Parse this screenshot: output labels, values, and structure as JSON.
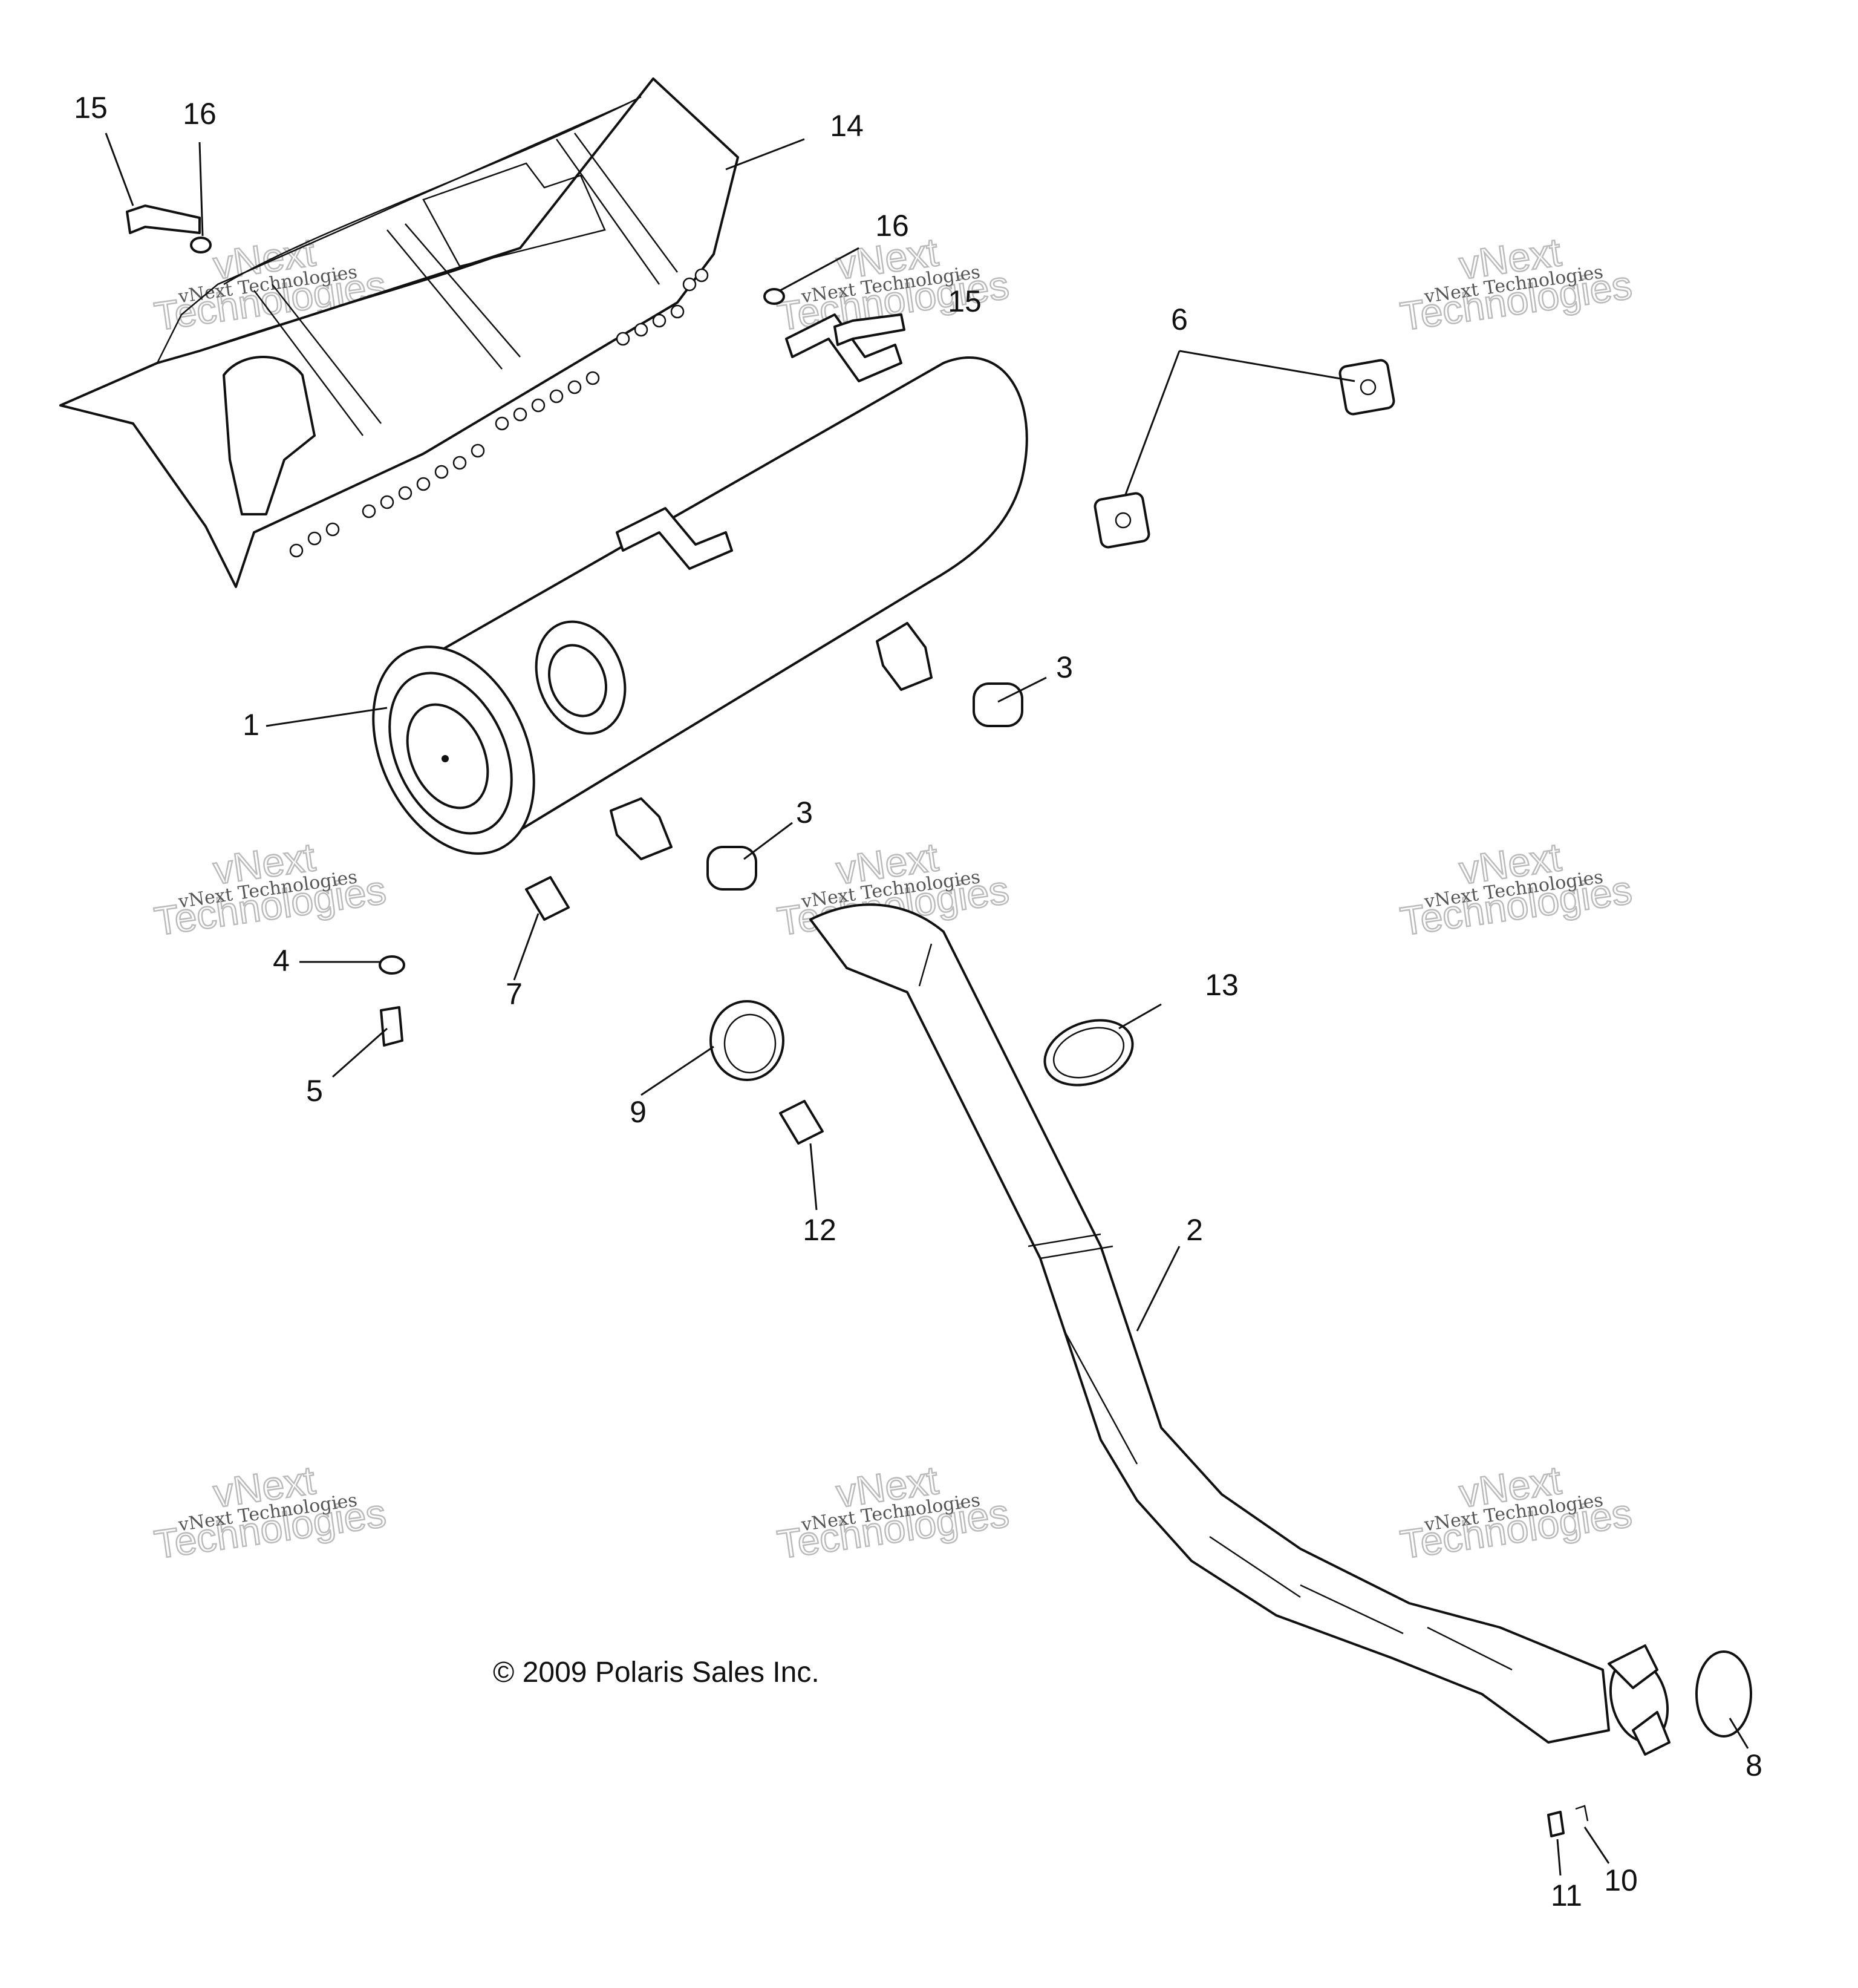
{
  "copyright": "© 2009 Polaris Sales Inc.",
  "watermark": {
    "line1": "vNext Technologies",
    "line2": "vNext",
    "line3": "Technologies"
  },
  "callouts": [
    "1",
    "2",
    "3",
    "3",
    "4",
    "5",
    "6",
    "7",
    "8",
    "9",
    "10",
    "11",
    "12",
    "13",
    "14",
    "15",
    "15",
    "16",
    "16"
  ]
}
